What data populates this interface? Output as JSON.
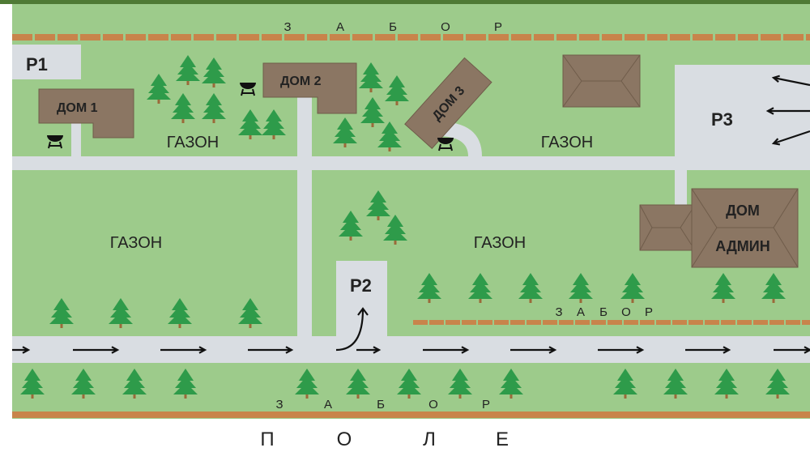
{
  "colors": {
    "grass": "#9dcb8b",
    "road": "#d9dde2",
    "fence": "#c8844b",
    "house": "#8b7663",
    "tree": "#2e9b4a",
    "border": "#4f7a35"
  },
  "parking": {
    "p1": "P1",
    "p2": "P2",
    "p3": "P3"
  },
  "houses": {
    "dom1": "ДОМ 1",
    "dom2": "ДОМ 2",
    "dom3": "ДОМ 3",
    "admin_line1": "ДОМ",
    "admin_line2": "АДМИН"
  },
  "lawns": [
    "ГАЗОН",
    "ГАЗОН",
    "ГАЗОН",
    "ГАЗОН"
  ],
  "fence_top": [
    "З",
    "А",
    "Б",
    "О",
    "Р"
  ],
  "fence_middle": [
    "З",
    "А",
    "Б",
    "О",
    "Р"
  ],
  "fence_bottom": [
    "З",
    "А",
    "Б",
    "О",
    "Р"
  ],
  "field": [
    "П",
    "О",
    "Л",
    "Е"
  ]
}
